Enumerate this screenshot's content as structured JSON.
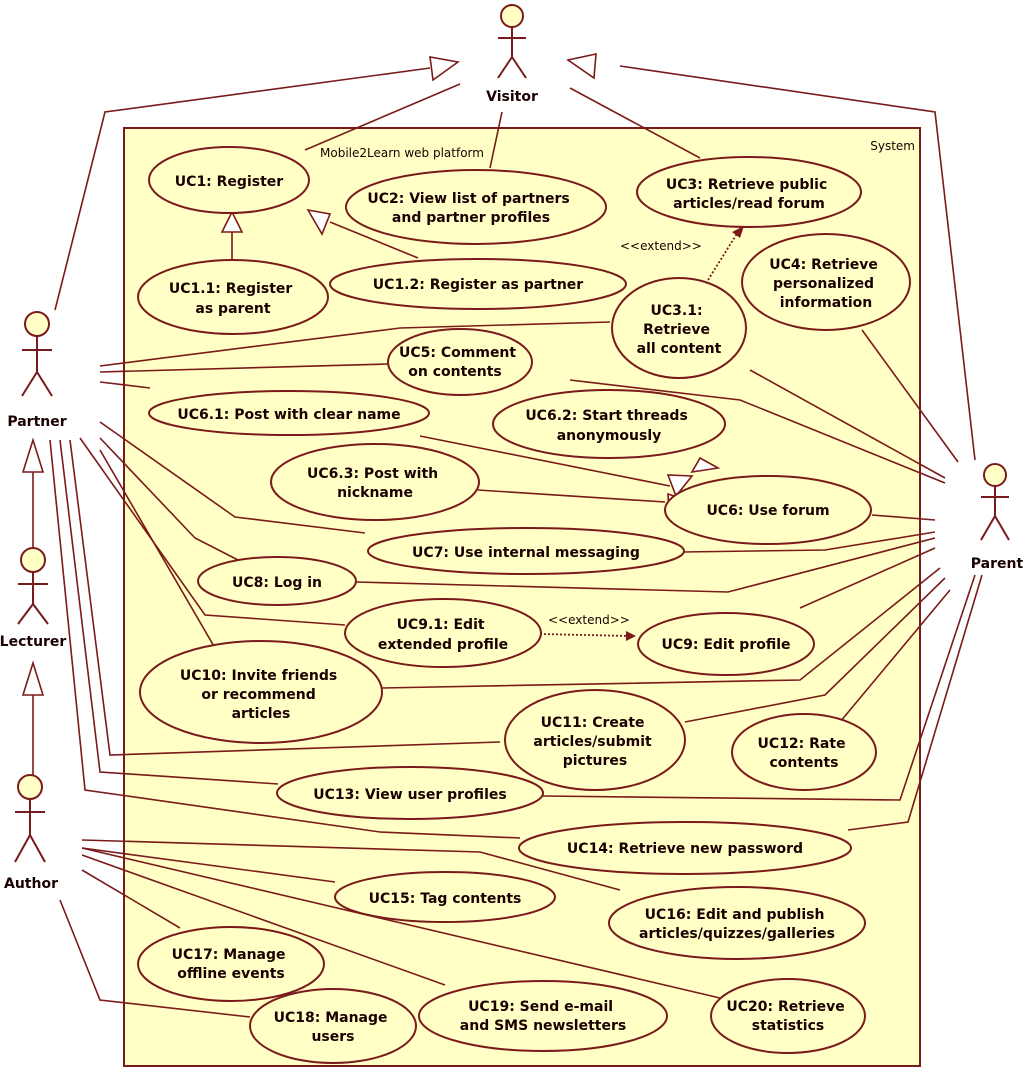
{
  "system": {
    "label": "System",
    "platform": "Mobile2Learn web platform"
  },
  "actors": {
    "visitor": "Visitor",
    "partner": "Partner",
    "lecturer": "Lecturer",
    "author": "Author",
    "parent": "Parent"
  },
  "stereotypes": {
    "extend": "<<extend>>"
  },
  "use_cases": {
    "uc1": [
      "UC1: Register"
    ],
    "uc1_1": [
      "UC1.1: Register",
      "as parent"
    ],
    "uc1_2": [
      "UC1.2: Register as partner"
    ],
    "uc2": [
      "UC2: View list of partners",
      "and partner profiles"
    ],
    "uc3": [
      "UC3: Retrieve public",
      "articles/read forum"
    ],
    "uc3_1": [
      "UC3.1:",
      "Retrieve",
      "all content"
    ],
    "uc4": [
      "UC4: Retrieve",
      "personalized",
      "information"
    ],
    "uc5": [
      "UC5: Comment",
      "on contents"
    ],
    "uc6_1": [
      "UC6.1: Post with clear name"
    ],
    "uc6_2": [
      "UC6.2: Start threads",
      "anonymously"
    ],
    "uc6_3": [
      "UC6.3: Post with",
      "nickname"
    ],
    "uc6": [
      "UC6: Use forum"
    ],
    "uc7": [
      "UC7: Use internal messaging"
    ],
    "uc8": [
      "UC8: Log in"
    ],
    "uc9_1": [
      "UC9.1: Edit",
      "extended profile"
    ],
    "uc9": [
      "UC9: Edit profile"
    ],
    "uc10": [
      "UC10: Invite friends",
      "or recommend",
      "articles"
    ],
    "uc11": [
      "UC11: Create",
      "articles/submit",
      "pictures"
    ],
    "uc12": [
      "UC12: Rate",
      "contents"
    ],
    "uc13": [
      "UC13: View user profiles"
    ],
    "uc14": [
      "UC14: Retrieve new password"
    ],
    "uc15": [
      "UC15: Tag contents"
    ],
    "uc16": [
      "UC16: Edit and publish",
      "articles/quizzes/galleries"
    ],
    "uc17": [
      "UC17: Manage",
      "offline events"
    ],
    "uc18": [
      "UC18: Manage",
      "users"
    ],
    "uc19": [
      "UC19: Send e-mail",
      "and SMS newsletters"
    ],
    "uc20": [
      "UC20: Retrieve",
      "statistics"
    ]
  },
  "colors": {
    "line": "#7a1a1a",
    "fill": "#ffffc6",
    "text": "#1a0000"
  }
}
